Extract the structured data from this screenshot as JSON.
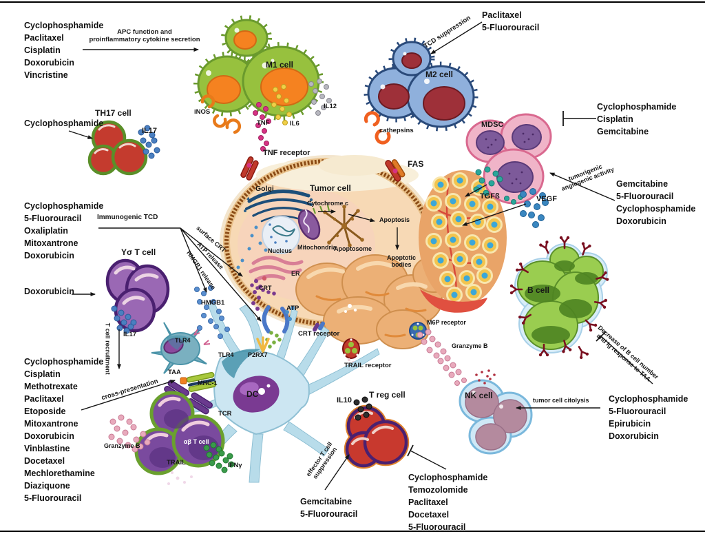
{
  "lists": {
    "top_left": [
      "Cyclophosphamide",
      "Paclitaxel",
      "Cisplatin",
      "Doxorubicin",
      "Vincristine"
    ],
    "mid_left": [
      "Cyclophosphamide",
      "5-Fluorouracil",
      "Oxaliplatin",
      "Mitoxantrone",
      "Doxorubicin"
    ],
    "bottom_left": [
      "Cyclophosphamide",
      "Cisplatin",
      "Methotrexate",
      "Paclitaxel",
      "Etoposide",
      "Mitoxantrone",
      "Doxorubicin",
      "Vinblastine",
      "Docetaxel",
      "Mechlorethamine",
      "Diaziquone",
      "5-Fluorouracil"
    ],
    "top_right": [
      "Paclitaxel",
      "5-Fluorouracil"
    ],
    "mdsc_inhibitors": [
      "Cyclophosphamide",
      "Cisplatin",
      "Gemcitabine"
    ],
    "angiogenic_drugs": [
      "Gemcitabine",
      "5-Fluorouracil",
      "Cyclophosphamide",
      "Doxorubicin"
    ],
    "nk_drugs": [
      "Cyclophosphamide",
      "5-Fluorouracil",
      "Epirubicin",
      "Doxorubicin"
    ],
    "treg_inhibitors": [
      "Cyclophosphamide",
      "Temozolomide",
      "Paclitaxel",
      "Docetaxel",
      "5-Fluorouracil"
    ],
    "treg_promoters": [
      "Gemcitabine",
      "5-Fluorouracil"
    ]
  },
  "labels": {
    "apc_function": "APC function and\nproinflammatory cytokine secretion",
    "cyclophosphamide_th17": "Cyclophosphamide",
    "th17_cell": "TH17 cell",
    "il17_top": "IL17",
    "m1_cell": "M1 cell",
    "inos": "iNOS",
    "tnf": "TNF",
    "il6": "IL6",
    "il12": "IL12",
    "tnf_receptor": "TNF receptor",
    "tcd_suppression": "TCD suppression",
    "m2_cell": "M2 cell",
    "cathepsins": "cathepsins",
    "mdsc": "MDSC",
    "tgfb": "TGFß",
    "vegf": "VEGF",
    "tumorigenic": "tumorigenic\nangiogenic activity",
    "fas": "FAS",
    "golgi": "Golgi",
    "tumor_cell": "Tumor cell",
    "cytochrome_c": "Cytochrome c",
    "nucleus": "Nucleus",
    "mitochondria": "Mitochondria",
    "apoptosome": "Apoptosome",
    "apoptosis": "Apoptosis",
    "apoptotic_bodies": "Apoptotic\nbodies",
    "er": "ER",
    "crt": "CRT",
    "immunogenic_tcd": "Immunogenic TCD",
    "surface_crt": "surface CRT",
    "atp_release": "ATP release",
    "hmgb1_release": "HMGB1 release",
    "hmgb1": "HMGB1",
    "yo_t_cell": "Yσ T cell",
    "doxorubicin_yo": "Doxorubicin",
    "t_cell_recruitment": "T cell recruitment",
    "il17_left": "IL17",
    "tlr4_small": "TLR4",
    "tlr4_main": "TLR4",
    "p2rx7": "P2RX7",
    "atp": "ATP",
    "crt_receptor": "CRT receptor",
    "taa": "TAA",
    "mhc1": "MHC-1",
    "dc": "DC",
    "tcr": "TCR",
    "cross_presentation": "cross-presentation",
    "granzyme_b_left": "Granzyme B",
    "ab_t_cell": "αβ T cell",
    "trail": "TRAIL",
    "ifng": "IFNγ",
    "trail_receptor": "TRAIL receptor",
    "m6p_receptor": "M6P receptor",
    "granzyme_b_right": "Granzyme B",
    "il10": "IL10",
    "treg_cell": "T reg cell",
    "effector_suppression": "effector T cell\nsuppression",
    "nk_cell": "NK cell",
    "tumor_citolysis": "tumor cell citolysis",
    "b_cell": "B cell",
    "b_cell_decrease": "Decrease of B cell number\nand Ig response to TAA"
  },
  "colors": {
    "m1_green": "#97c13e",
    "m1_orange": "#f58220",
    "m2_blue": "#8fb0dc",
    "m2_red": "#9e3039",
    "mdsc_pink": "#f0b4c8",
    "mdsc_purple": "#7d5a9a",
    "tumor_tan": "#f7d9b5",
    "membrane_brown": "#8a4a14",
    "tgfb_teal": "#2aa79b",
    "vegf_blue": "#3a87c0",
    "dc_blue": "#cce6f2",
    "tcell_purple": "#7a4a9e",
    "treg_red": "#c8392e",
    "nk_mauve": "#b48a9e",
    "bcell_green": "#9acd50",
    "antibody_red": "#7a1020",
    "granzyme_pink": "#e8aabc",
    "il17_blue": "#4a7fc0",
    "ifng_green": "#3a9a4a",
    "arrow_black": "#151515"
  }
}
